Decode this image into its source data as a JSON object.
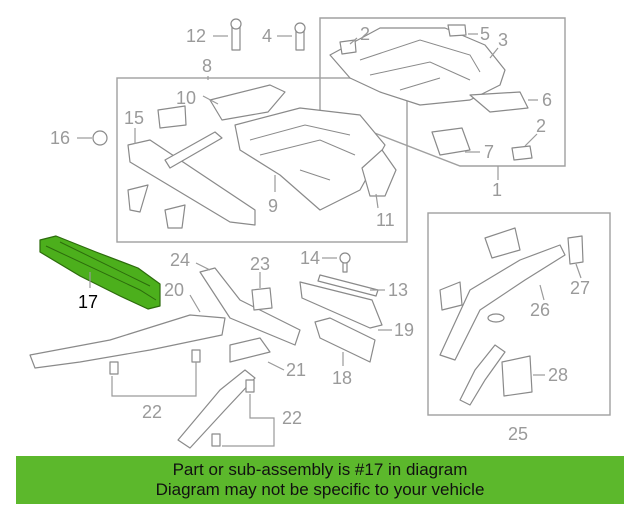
{
  "callouts": {
    "c1": "1",
    "c2a": "2",
    "c2b": "2",
    "c3": "3",
    "c4": "4",
    "c5": "5",
    "c6": "6",
    "c7": "7",
    "c8": "8",
    "c9": "9",
    "c10": "10",
    "c11": "11",
    "c12": "12",
    "c13": "13",
    "c14": "14",
    "c15": "15",
    "c16": "16",
    "c17": "17",
    "c18": "18",
    "c19": "19",
    "c20": "20",
    "c21": "21",
    "c22a": "22",
    "c22b": "22",
    "c23": "23",
    "c24": "24",
    "c25": "25",
    "c26": "26",
    "c27": "27",
    "c28": "28"
  },
  "highlighted_part": "17",
  "colors": {
    "highlight": "#4caf1c",
    "banner": "#5cb82c",
    "line": "#8a8a8a"
  },
  "footer": {
    "line1": "Part or sub-assembly is #17 in diagram",
    "line2": "Diagram may not be specific to your vehicle"
  }
}
